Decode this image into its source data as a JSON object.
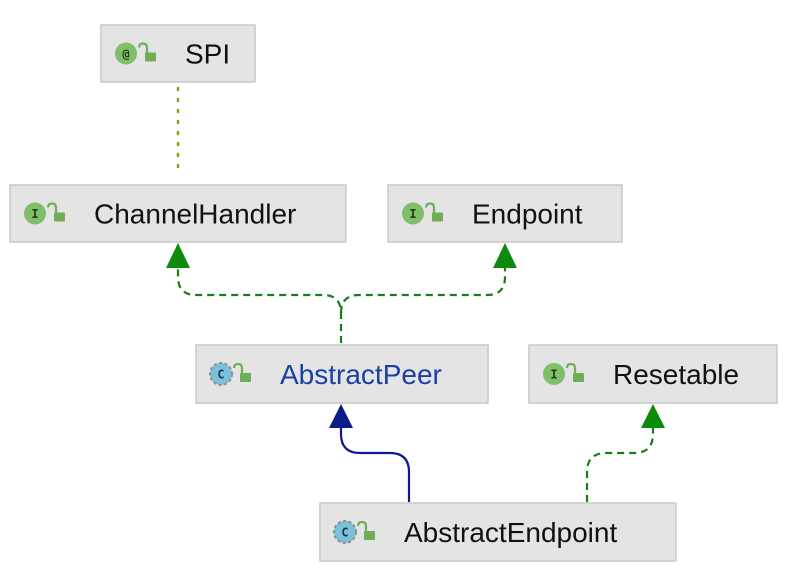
{
  "diagram": {
    "nodes": [
      {
        "id": "spi",
        "label": "SPI",
        "kind": "annotation",
        "kind_glyph": "@",
        "visibility": "public"
      },
      {
        "id": "channel_handler",
        "label": "ChannelHandler",
        "kind": "interface",
        "kind_glyph": "I",
        "visibility": "public"
      },
      {
        "id": "endpoint",
        "label": "Endpoint",
        "kind": "interface",
        "kind_glyph": "I",
        "visibility": "public"
      },
      {
        "id": "abstract_peer",
        "label": "AbstractPeer",
        "kind": "abstract-class",
        "kind_glyph": "C",
        "visibility": "public"
      },
      {
        "id": "resetable",
        "label": "Resetable",
        "kind": "interface",
        "kind_glyph": "I",
        "visibility": "public"
      },
      {
        "id": "abstract_endpoint",
        "label": "AbstractEndpoint",
        "kind": "abstract-class",
        "kind_glyph": "C",
        "visibility": "public"
      }
    ],
    "edges": [
      {
        "from": "channel_handler",
        "to": "spi",
        "type": "annotated-by"
      },
      {
        "from": "abstract_peer",
        "to": "channel_handler",
        "type": "implements"
      },
      {
        "from": "abstract_peer",
        "to": "endpoint",
        "type": "implements"
      },
      {
        "from": "abstract_endpoint",
        "to": "abstract_peer",
        "type": "extends"
      },
      {
        "from": "abstract_endpoint",
        "to": "resetable",
        "type": "implements"
      }
    ],
    "colors": {
      "node_fill": "#e4e4e4",
      "node_border": "#c8c8c8",
      "abstract_label": "#1a3fa5",
      "implements_edge": "#148014",
      "extends_edge": "#0c1a8a",
      "annotation_edge": "#9a9a1a",
      "interface_badge": "#7fbf6a",
      "annotation_badge": "#7fbf6a",
      "class_badge": "#7cc1d9",
      "lock_icon": "#6fae57"
    }
  }
}
